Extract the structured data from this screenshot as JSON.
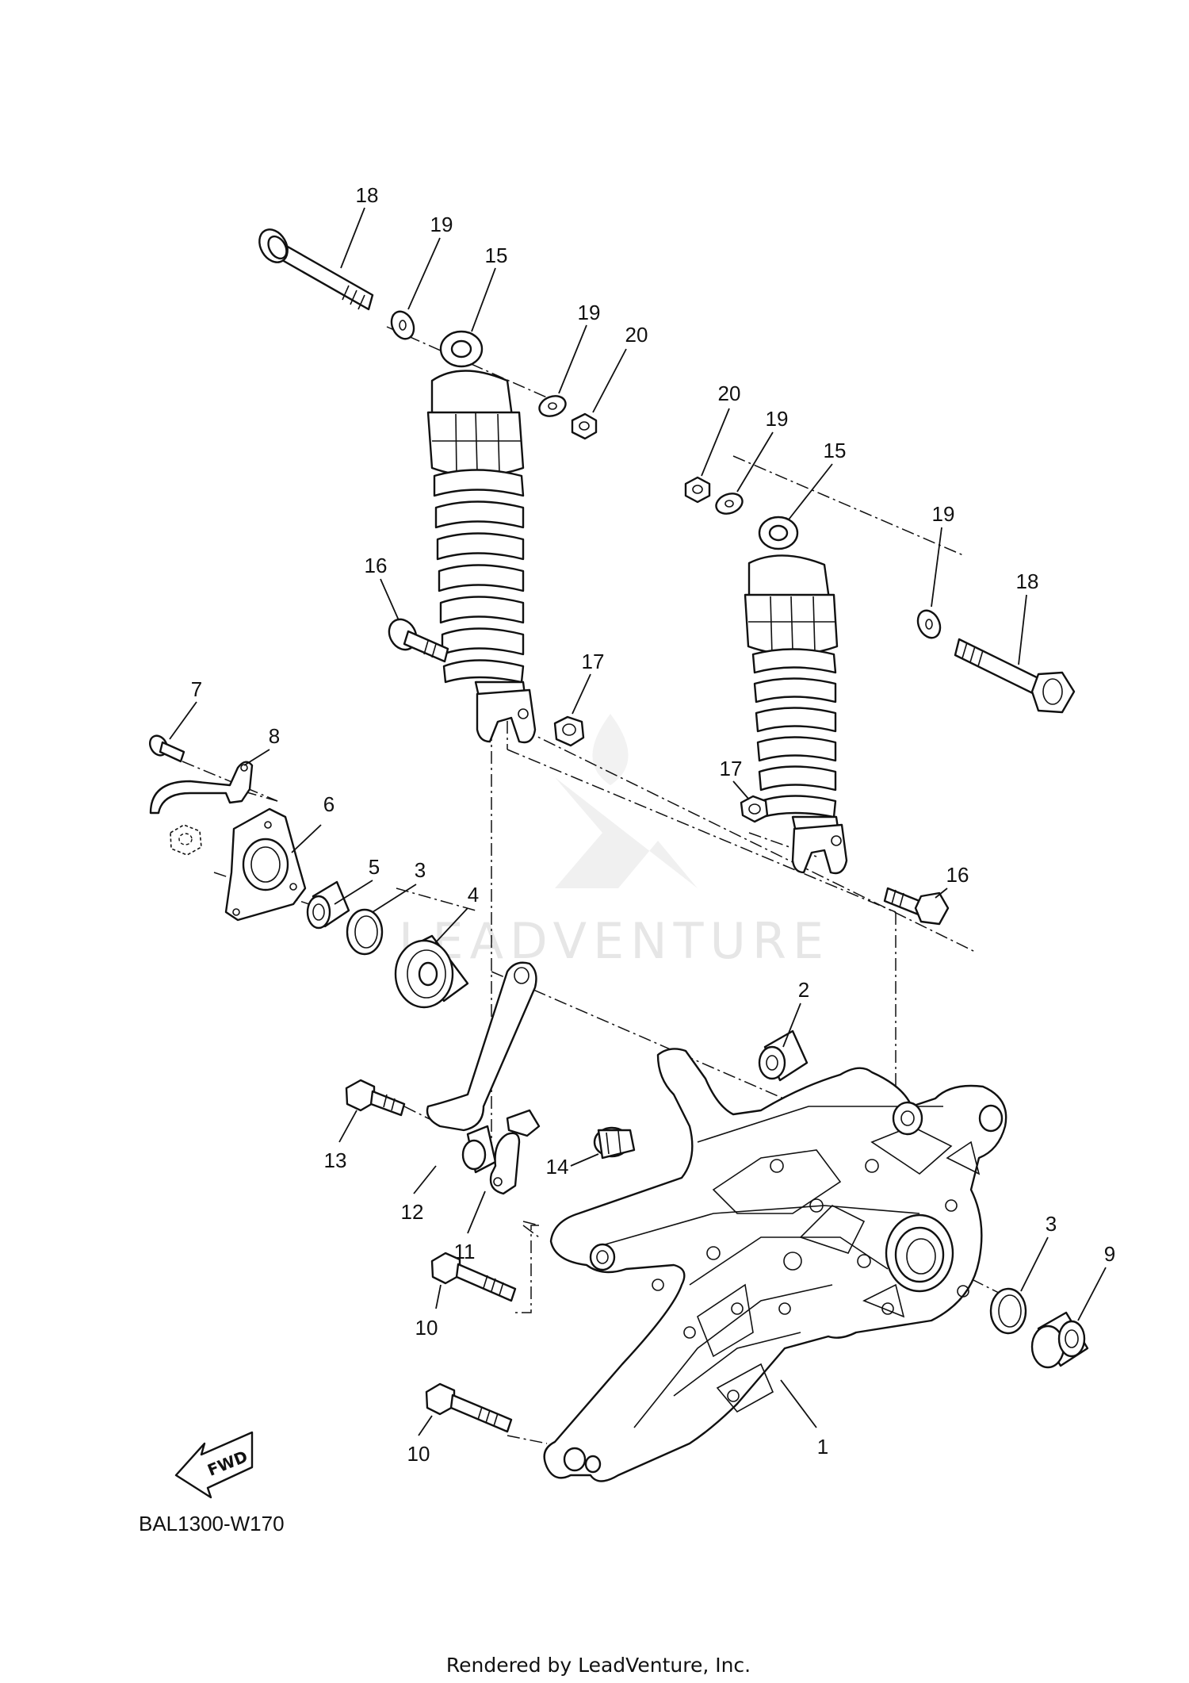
{
  "diagram_code": "BAL1300-W170",
  "footer_text": "Rendered by LeadVenture, Inc.",
  "watermark_text": "LEADVENTURE",
  "fwd_label": "FWD",
  "callouts": [
    {
      "id": "c18a",
      "label": "18"
    },
    {
      "id": "c19a",
      "label": "19"
    },
    {
      "id": "c15a",
      "label": "15"
    },
    {
      "id": "c19b",
      "label": "19"
    },
    {
      "id": "c20a",
      "label": "20"
    },
    {
      "id": "c20b",
      "label": "20"
    },
    {
      "id": "c19c",
      "label": "19"
    },
    {
      "id": "c15b",
      "label": "15"
    },
    {
      "id": "c19d",
      "label": "19"
    },
    {
      "id": "c18b",
      "label": "18"
    },
    {
      "id": "c16a",
      "label": "16"
    },
    {
      "id": "c17a",
      "label": "17"
    },
    {
      "id": "c7",
      "label": "7"
    },
    {
      "id": "c8",
      "label": "8"
    },
    {
      "id": "c6",
      "label": "6"
    },
    {
      "id": "c5",
      "label": "5"
    },
    {
      "id": "c3a",
      "label": "3"
    },
    {
      "id": "c4",
      "label": "4"
    },
    {
      "id": "c17b",
      "label": "17"
    },
    {
      "id": "c16b",
      "label": "16"
    },
    {
      "id": "c2",
      "label": "2"
    },
    {
      "id": "c13",
      "label": "13"
    },
    {
      "id": "c14",
      "label": "14"
    },
    {
      "id": "c12",
      "label": "12"
    },
    {
      "id": "c11",
      "label": "11"
    },
    {
      "id": "c3b",
      "label": "3"
    },
    {
      "id": "c9",
      "label": "9"
    },
    {
      "id": "c10a",
      "label": "10"
    },
    {
      "id": "c10b",
      "label": "10"
    },
    {
      "id": "c1",
      "label": "1"
    }
  ]
}
